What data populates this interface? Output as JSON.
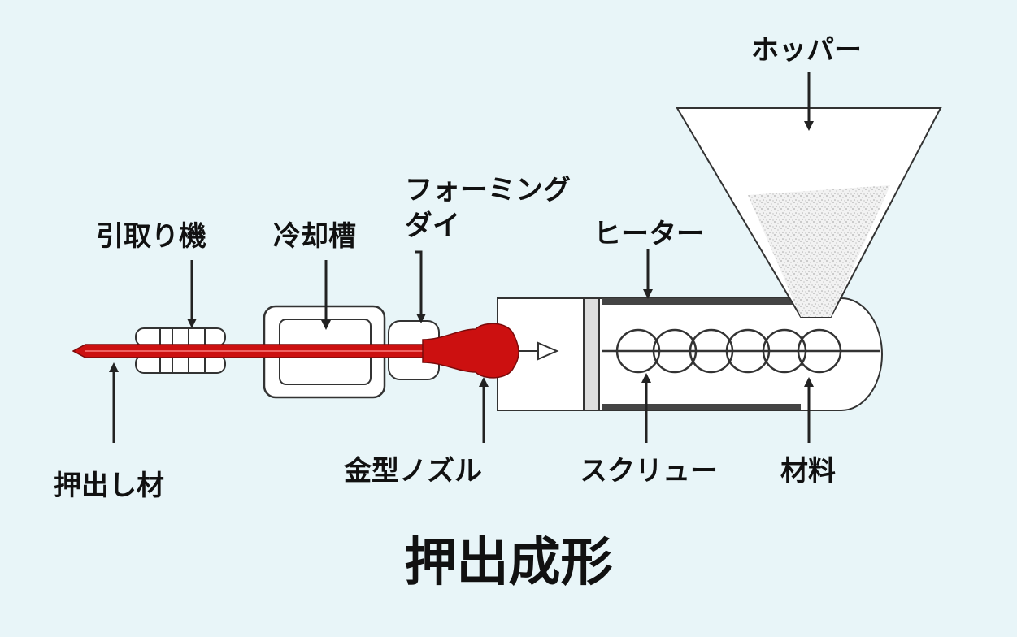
{
  "diagram": {
    "title": "押出成形",
    "labels": {
      "hopper": "ホッパー",
      "forming_die_line1": "フォーミング",
      "forming_die_line2": "ダイ",
      "heater": "ヒーター",
      "puller": "引取り機",
      "cooling_tank": "冷却槽",
      "extrudate": "押出し材",
      "nozzle": "金型ノズル",
      "screw": "スクリュー",
      "material": "材料"
    },
    "colors": {
      "background": "#e8f5f8",
      "extrudate": "#cc1010",
      "outline": "#333333",
      "text": "#111111"
    }
  }
}
